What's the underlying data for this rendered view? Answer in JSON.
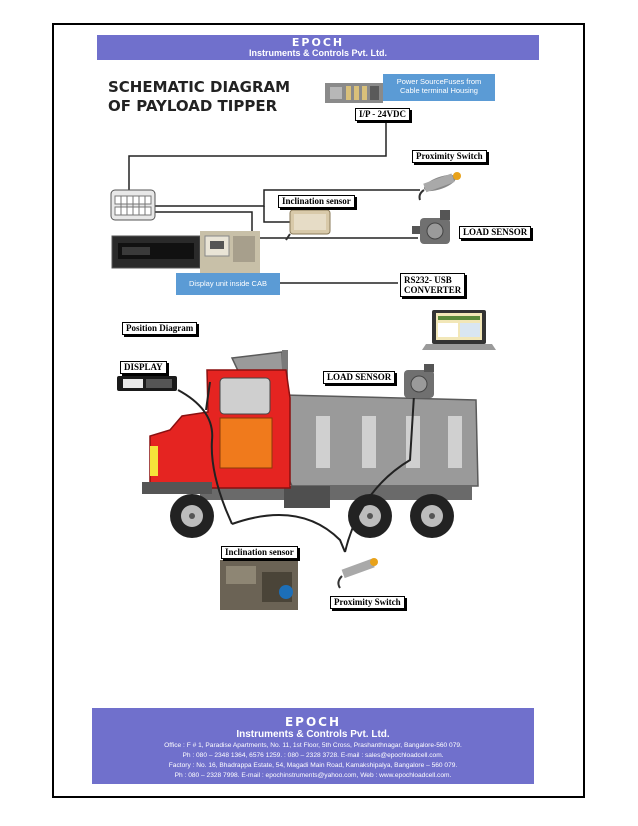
{
  "header": {
    "brand": "EPOCH",
    "company": "Instruments & Controls Pvt. Ltd."
  },
  "title": {
    "line1": "SCHEMATIC DIAGRAM",
    "line2": "OF PAYLOAD TIPPER"
  },
  "power_box": {
    "line1": "Power SourceFuses from",
    "line2": "Cable terminal Housing"
  },
  "labels": {
    "input": "I/P - 24VDC",
    "proximity_top": "Proximity Switch",
    "inclination_top": "Inclination sensor",
    "load_sensor_top": "LOAD SENSOR",
    "rs232_line1": "RS232- USB",
    "rs232_line2": "CONVERTER",
    "display_unit": "Display unit inside CAB",
    "position_diagram": "Position Diagram",
    "display": "DISPLAY",
    "load_sensor_truck": "LOAD SENSOR",
    "inclination_bottom": "Inclination sensor",
    "proximity_bottom": "Proximity Switch"
  },
  "footer": {
    "brand": "EPOCH",
    "company": "Instruments & Controls Pvt. Ltd.",
    "office": "Office : F # 1, Paradise Apartments, No. 11, 1st Floor, 5th Cross, Prashanthnagar, Bangalore-560 079.",
    "office_ph": "Ph : 080 – 2348 1364, 6576 1259.  : 080 – 2328 3728. E-mail : sales@epochloadcell.com.",
    "factory": "Factory : No. 16, Bhadrappa Estate, 54, Magadi Main Road, Kamakshipalya, Bangalore – 560 079.",
    "factory_ph": "Ph : 080 – 2328 7998. E-mail : epochinstruments@yahoo.com, Web : www.epochloadcell.com."
  },
  "colors": {
    "brand": "#7070cc",
    "info_box": "#5b9bd5",
    "cab": "#e52421",
    "door": "#f07a1c",
    "body": "#9a9a9a"
  }
}
